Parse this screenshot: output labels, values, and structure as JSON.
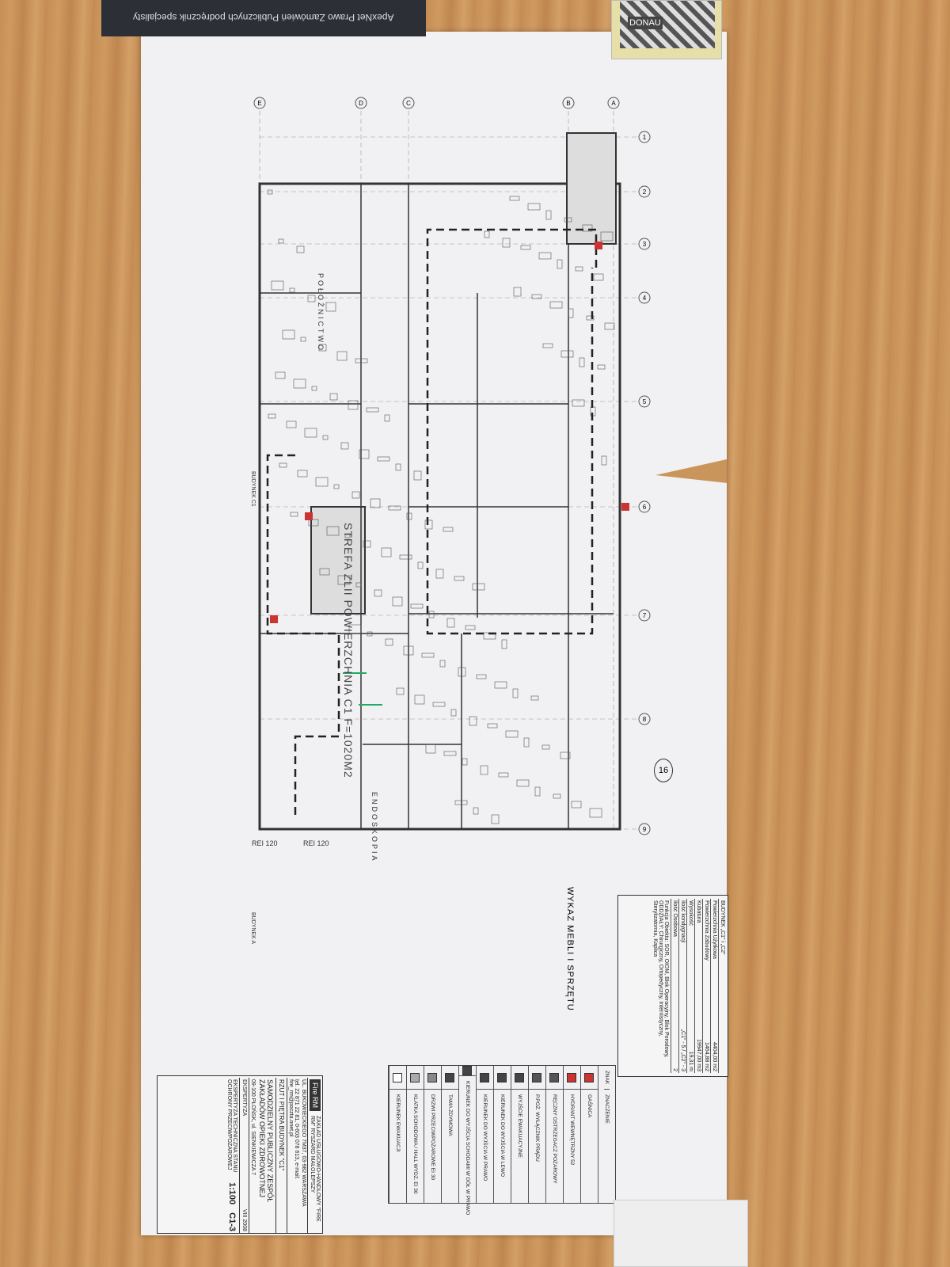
{
  "book": {
    "title": "ApexNet  Prawo Zamówień Publicznych podręcznik specjalisty"
  },
  "tape": {
    "label": "DONAU"
  },
  "plan": {
    "zone_label": "STREFA ZLII POWIERZCHNIA C1 F=1020M2",
    "rooms": [
      "POŁOŻNICTWO",
      "ENDOSKOPIA"
    ],
    "building_labels": [
      "BUDYNEK C1",
      "BUDYNEK A"
    ],
    "fire_ratings": [
      "REI 120",
      "REI 120"
    ],
    "grid_letters": [
      "E",
      "D",
      "C",
      "B",
      "A"
    ],
    "grid_numbers": [
      "1",
      "2",
      "3",
      "4",
      "5",
      "6",
      "7",
      "8",
      "9"
    ],
    "sheet_mark": "16"
  },
  "building_info": {
    "rows": [
      [
        "BUDYNEK „C1” i „C2”",
        ""
      ],
      [
        "Powierzchnia Użytkowa",
        "4404,00 m2"
      ],
      [
        "Powierzchnia Zabudowy",
        "1464,88 m2"
      ],
      [
        "Kubatura",
        "19947,00 m3"
      ],
      [
        "Wysokość",
        "19,31 m"
      ],
      [
        "Ilość kondygnacji",
        "„C1” - 5 / „C2” - 3"
      ],
      [
        "Ilość Osobowa",
        "2"
      ]
    ],
    "function": "Funkcja Obiektu: SOR, OIOM, Blok Operacyjny, Blok Porodowy, ODDZIAŁY: Chirurgiczny, Ortopedyczny, Internistyczny, Sterylizatornia, Kaplica"
  },
  "furniture_list": {
    "title": "WYKAZ MEBLI I SPRZĘTU"
  },
  "legend": {
    "headers": [
      "ZNAK",
      "ZNACZENIE"
    ],
    "items": [
      "GAŚNICA",
      "HYDRANT WEWNĘTRZNY 52",
      "RĘCZNY OSTRZEGACZ POŻAROWY",
      "P.POŻ. WYŁĄCZNIK PRĄDU",
      "WYJŚCIE EWAKUACYJNE",
      "KIERUNEK DO WYJŚCIA W LEWO",
      "KIERUNEK DO WYJŚCIA W PRAWO",
      "KIERUNEK DO WYJŚCIA SCHODAMI W DÓŁ W PRAWO",
      "TAMA ZDYMOWA",
      "DRZWI PRZECIWPOŻAROWE EI 30",
      "KLATKA SCHODOWA / HALL WYDZ. EI 30",
      "KIERUNEK EWAKUACJI"
    ]
  },
  "title_block": {
    "company_logo": "Fire RM",
    "company": "ZAKŁAD USŁUGOWO-HANDLOWY \"FIRE RM\" RYSZARD MAŁOLEPSZY",
    "address": "UL. BUKOWIECKIEGO 7M37, 03-982 WARSZAWA",
    "contact": "tel. 22 871 22 81, 0-603 078 613, e-mail: fire_rm@poczta.onet.pl",
    "drawing": "RZUT I PIĘTRA BUDYNEK \"C1\"",
    "investor": "SAMODZIELNY PUBLICZNY ZESPÓŁ ZAKŁADÓW OPIEKI ZDROWOTNEJ",
    "investor_address": "09-100 PŁOŃSK, ul. SIENKIEWICZA 7",
    "doc": "EKSPERTYZA TECHNICZNA STANU OCHRONY PRZECIWPOŻAROWEJ",
    "stage": "EKSPERTYZA",
    "scale": "1:100",
    "sheet": "C1-3",
    "date": "VIII 2008"
  }
}
